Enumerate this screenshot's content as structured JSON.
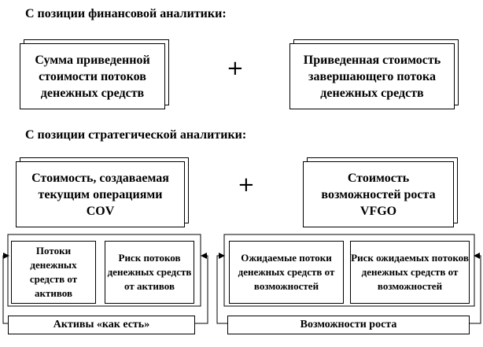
{
  "sections": {
    "financial": {
      "heading": "С позиции финансовой аналитики:",
      "box_left": "Сумма приведенной стоимости потоков денежных средств",
      "plus": "+",
      "box_right": "Приведенная стоимость завершающего потока денежных средств"
    },
    "strategic": {
      "heading": "С позиции стратегической аналитики:",
      "box_left": "Стоимость, создаваемая текущим операциями COV",
      "plus": "+",
      "box_right": "Стоимость возможностей роста VFGO",
      "sub_boxes": [
        "Потоки денежных средств от активов",
        "Риск потоков денежных средств от активов",
        "Ожидаемые потоки денежных средств от возможностей",
        "Риск ожидаемых потоков денежных средств от возможностей"
      ],
      "footer_left": "Активы «как есть»",
      "footer_right": "Возможности роста"
    }
  }
}
